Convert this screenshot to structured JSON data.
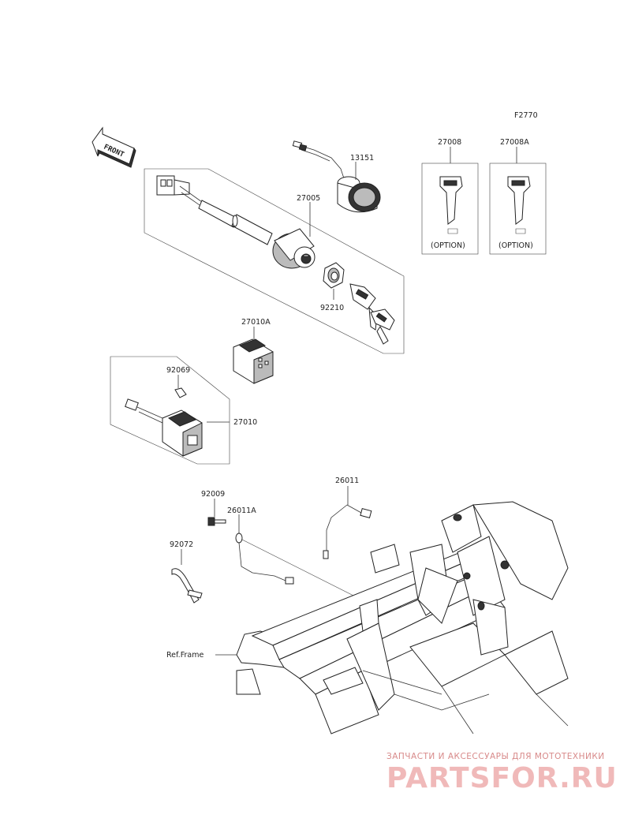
{
  "figure_id": "F2770",
  "front_label": "FRONT",
  "labels": {
    "p13151": "13151",
    "p27005": "27005",
    "p92210": "92210",
    "p27008": "27008",
    "p27008A": "27008A",
    "opt1": "(OPTION)",
    "opt2": "(OPTION)",
    "p27010A": "27010A",
    "p92069": "92069",
    "p27010": "27010",
    "p26011": "26011",
    "p92009": "92009",
    "p26011A": "26011A",
    "p92072": "92072",
    "ref_frame": "Ref.Frame"
  },
  "watermark": {
    "line1": "ЗАПЧАСТИ И АКСЕССУАРЫ ДЛЯ МОТОТЕХНИКИ",
    "line2": "PARTSFOR.RU"
  }
}
